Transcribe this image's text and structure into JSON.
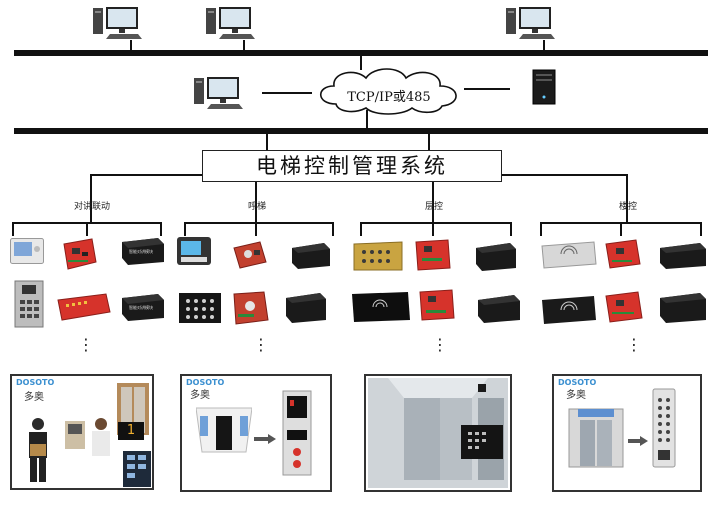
{
  "network": {
    "cloud_label": "TCP/IP或485"
  },
  "system": {
    "title": "电梯控制管理系统"
  },
  "branches": [
    {
      "label": "对讲联动"
    },
    {
      "label": "呼梯"
    },
    {
      "label": "层控"
    },
    {
      "label": "楼控"
    }
  ],
  "panels": [
    {
      "brand": "DOSOTO",
      "brand_cn": "多奥",
      "floor_label": "1"
    },
    {
      "brand": "DOSOTO",
      "brand_cn": "多奥"
    },
    {},
    {
      "brand": "DOSOTO",
      "brand_cn": "多奥"
    }
  ],
  "devices": {
    "module_label": "智能对讲模块"
  },
  "ellipsis": "⋮",
  "colors": {
    "board_red": "#d6332b",
    "bus": "#111111",
    "brand_blue": "#3a8fd0"
  }
}
